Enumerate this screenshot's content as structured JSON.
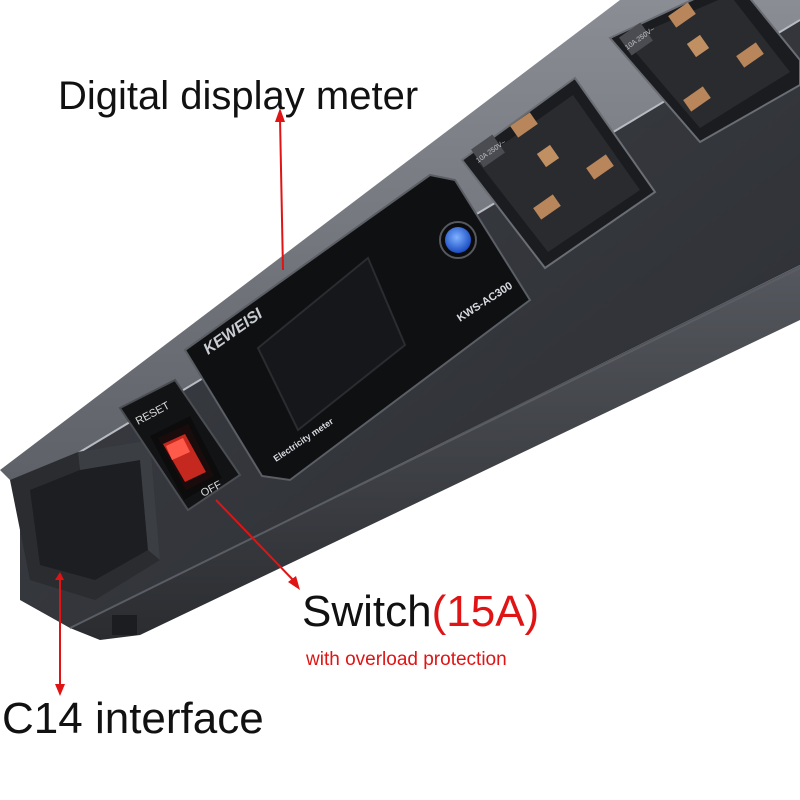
{
  "labels": {
    "meter": "Digital display meter",
    "switch": "Switch",
    "switch_rating": "(15A)",
    "overload": "with overload protection",
    "c14": "C14 interface"
  },
  "device": {
    "brand": "KEWEISI",
    "model": "KWS-AC300",
    "meter_caption": "Electricity meter",
    "switch_top": "RESET",
    "switch_bottom": "OFF",
    "socket_rating": "10A 250V~"
  },
  "colors": {
    "accent": "#e01414",
    "body": "#3a3d42",
    "meter_face": "#16171a",
    "button": "#1f5fd6"
  }
}
